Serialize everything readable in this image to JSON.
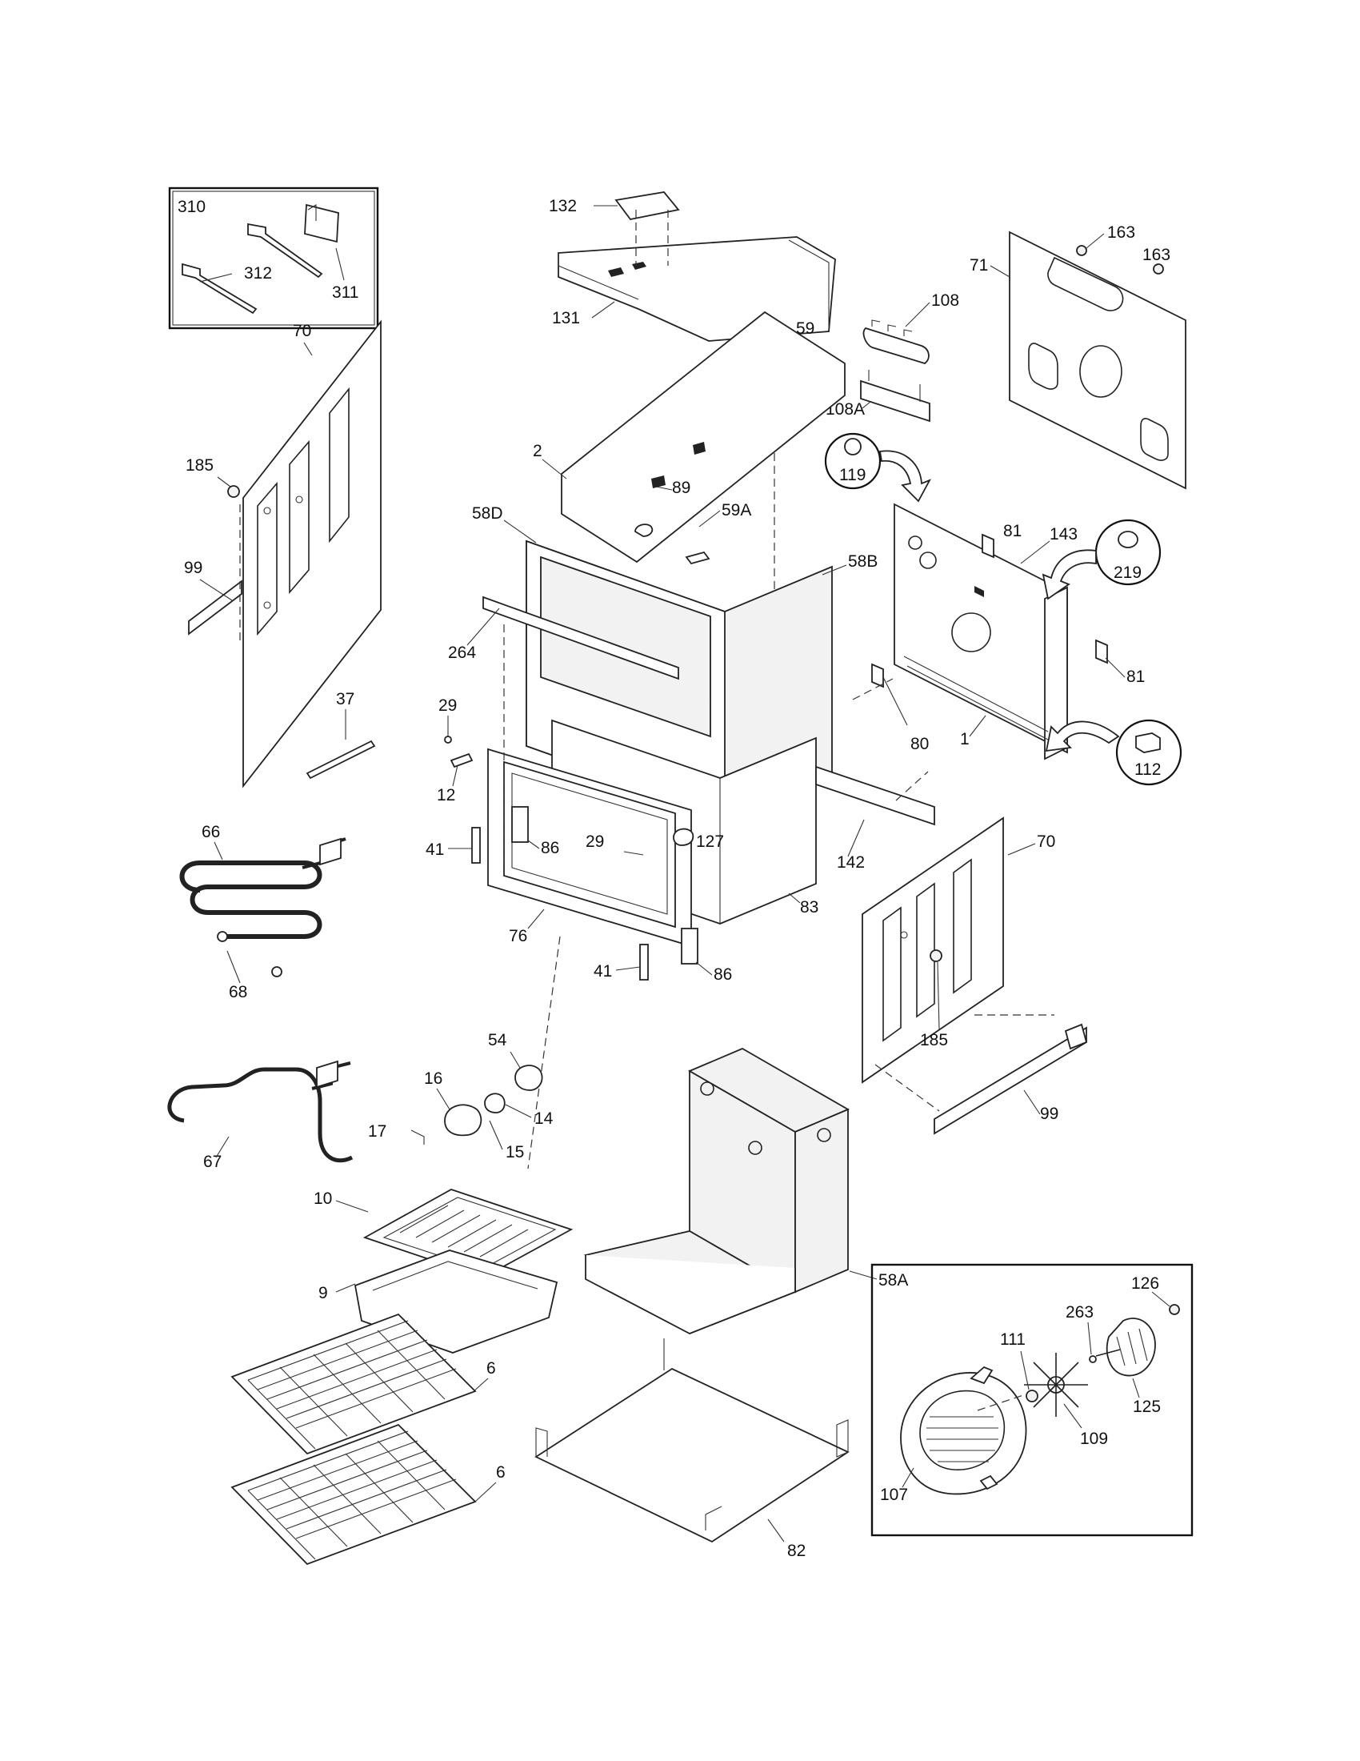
{
  "labels": {
    "l310": "310",
    "l312": "312",
    "l311": "311",
    "l132": "132",
    "l131": "131",
    "l59": "59",
    "l163a": "163",
    "l163b": "163",
    "l71": "71",
    "l108": "108",
    "l108A": "108A",
    "l119": "119",
    "l70a": "70",
    "l185a": "185",
    "l99a": "99",
    "l2": "2",
    "l89": "89",
    "l58D": "58D",
    "l59A": "59A",
    "l58B": "58B",
    "l81a": "81",
    "l143": "143",
    "l219": "219",
    "l81b": "81",
    "l264": "264",
    "l37": "37",
    "l29a": "29",
    "l12": "12",
    "l80": "80",
    "l1": "1",
    "l112": "112",
    "l66": "66",
    "l29b": "29",
    "l127": "127",
    "l142": "142",
    "l41a": "41",
    "l86a": "86",
    "l76": "76",
    "l83": "83",
    "l70b": "70",
    "l68": "68",
    "l41b": "41",
    "l86b": "86",
    "l185b": "185",
    "l99b": "99",
    "l54": "54",
    "l16": "16",
    "l14": "14",
    "l17": "17",
    "l15": "15",
    "l67": "67",
    "l10": "10",
    "l9": "9",
    "l58A": "58A",
    "l126": "126",
    "l263": "263",
    "l111": "111",
    "l125": "125",
    "l109": "109",
    "l6a": "6",
    "l6b": "6",
    "l107": "107",
    "l82": "82"
  },
  "icons": {
    "detail_box_top_left": "probe-bracket-kit",
    "detail_box_bottom_right": "convection-fan-assembly"
  }
}
